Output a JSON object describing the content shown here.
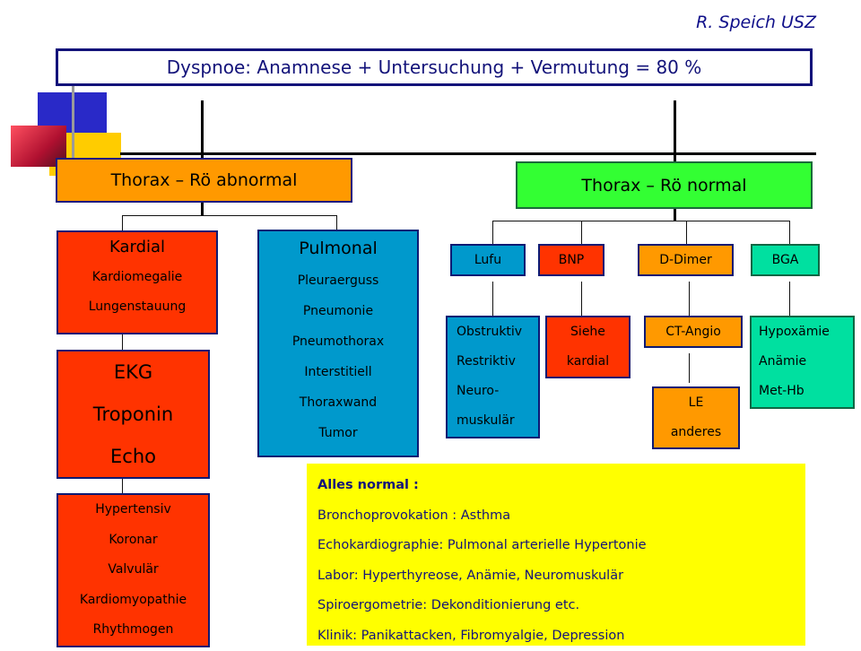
{
  "credit": "R. Speich USZ",
  "title": "Dyspnoe:  Anamnese + Untersuchung + Vermutung = 80 %",
  "branches": {
    "abnormal": "Thorax – Rö abnormal",
    "normal": "Thorax – Rö normal"
  },
  "kardial": {
    "heading": "Kardial",
    "items": [
      "Kardiomegalie",
      "Lungenstauung"
    ]
  },
  "pulmonal": {
    "heading": "Pulmonal",
    "items": [
      "Pleuraerguss",
      "Pneumonie",
      "Pneumothorax",
      "Interstitiell",
      "Thoraxwand",
      "Tumor"
    ]
  },
  "cardiac_tests": [
    "EKG",
    "Troponin",
    "Echo"
  ],
  "cardiac_causes": [
    "Hypertensiv",
    "Koronar",
    "Valvulär",
    "Kardiomyopathie",
    "Rhythmogen"
  ],
  "tests": {
    "lufu": "Lufu",
    "bnp": "BNP",
    "ddimer": "D-Dimer",
    "bga": "BGA"
  },
  "results": {
    "lufu": [
      "Obstruktiv",
      "Restriktiv",
      "Neuro-",
      "muskulär"
    ],
    "bnp": [
      "Siehe",
      "kardial"
    ],
    "ct": "CT-Angio",
    "le": [
      "LE",
      "anderes"
    ],
    "bga": [
      "Hypoxämie",
      "Anämie",
      "Met-Hb"
    ]
  },
  "all_normal": {
    "heading": "Alles normal :",
    "items": [
      "Bronchoprovokation : Asthma",
      "Echokardiographie: Pulmonal arterielle  Hypertonie",
      "Labor: Hyperthyreose, Anämie, Neuromuskulär",
      "Spiroergometrie: Dekonditionierung etc.",
      "Klinik: Panikattacken, Fibromyalgie, Depression"
    ]
  },
  "colors": {
    "navy": "#13137a",
    "orange": "#ff9900",
    "green": "#33ff33",
    "red": "#ff3300",
    "blue": "#0099cc",
    "yellow": "#ffff00",
    "mint": "#00e0a0"
  }
}
